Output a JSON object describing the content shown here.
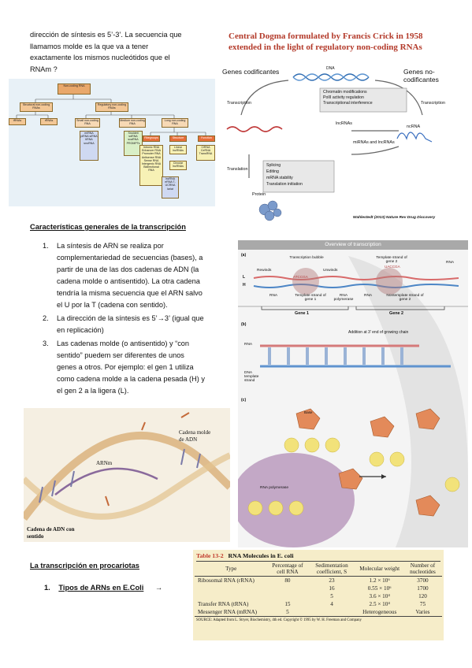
{
  "intro": {
    "line1": "dirección de síntesis es 5’-3’. La secuencia que",
    "line2": "llamamos molde es la que va a tener",
    "line3": "exactamente los mismos nucleótidos que el",
    "line4": "RNAm ?"
  },
  "ncrna_tree": {
    "root": "Non-coding RNA",
    "structural": "Structural non-coding RNAs",
    "regulatory": "Regulatory non-coding RNAs",
    "trna": "tRNAs",
    "rrna": "rRNAs",
    "small": "Small non-coding RNA",
    "medium": "Medium non-coding RNA",
    "long": "Long non-coding RNA",
    "small_list": "miRNA piRNA siRNA tiRNA snoRNA",
    "medium_list": "Snoldeti sdRNA scaRNA PROMPTs",
    "long_a": "Intronic RNA Enhancer RNA Promoter RNA Antisense RNA Sense RNA Intergenic RNA Bidirectional RNA",
    "long_b": "Linear lncRNAs",
    "long_c": "Circular lncRNAs",
    "long_d": "CiRNA CeRNA TransRNA",
    "long_e": "lncRNA eRNA T-UCRNA lariat",
    "tag1": "Rbegroups",
    "tag2": "Structure",
    "tag3": "Function"
  },
  "dogma": {
    "title1": "Central Dogma formulated by Francis Crick in 1958",
    "title2": "extended in the light of regulatory non-coding RNAs",
    "genes_cod": "Genes codificantes",
    "genes_nocod": "Genes no-codificantes",
    "dna": "DNA",
    "transcription_left": "Transcription",
    "transcription_right": "Transcription",
    "translation": "Translation",
    "protein": "Protein",
    "ncrna": "ncRNA",
    "lncrnas": "lncRNAs",
    "mirnas": "miRNAs and lncRNAs",
    "box1": [
      "Chromatin modifications",
      "PolII activity regulation",
      "Transcriptional interference"
    ],
    "box2": [
      "Splicing",
      "Editing",
      "mRNA stability",
      "Translation initiation"
    ],
    "citation": "Wahlestedt (2013) Nature Rev Drug Discovery"
  },
  "section1": {
    "heading": "Características generales de la transcripción",
    "items": [
      {
        "num": "1.",
        "lines": [
          "La síntesis de ARN se realiza por",
          "complementariedad de secuencias (bases), a",
          "partir de una de las dos cadenas de ADN (la",
          "cadena molde o antisentido). La otra cadena",
          "tendría la misma secuencia que el ARN salvo",
          "el U por la T (cadena con sentido)."
        ]
      },
      {
        "num": "2.",
        "lines": [
          "La dirección de la síntesis es 5’→3’ (igual que",
          "en replicación)"
        ]
      },
      {
        "num": "3.",
        "lines": [
          "Las cadenas molde (o antisentido) y “con",
          "sentido” puedem ser diferentes de unos",
          "genes a otros. Por ejemplo: el gen 1 utiliza",
          "como cadena molde a la cadena pesada (H) y",
          "el gen 2 a la ligera (L)."
        ]
      }
    ]
  },
  "overview": {
    "title": "Overview of transcription",
    "a": "(a)",
    "b": "(b)",
    "c": "(c)",
    "bubble": "Transcription bubble",
    "template2": "Template strand of gene 2",
    "rna_top": "RNA",
    "rewinds": "Rewinds",
    "unwinds": "Unwinds",
    "rna_l": "RNA",
    "template1": "Template strand of gene 1",
    "rnapol": "RNA polymerase",
    "rna_r": "RNA",
    "nontemplate": "Nontemplate strand of gene 2",
    "gene1": "Gene 1",
    "gene2": "Gene 2",
    "L": "L",
    "H": "H",
    "addition": "Addition at 3' end of growing chain",
    "rna_b": "RNA",
    "dna_template": "DNA template strand",
    "rnapol_c": "RNA polymerase",
    "base": "Base",
    "seq1": "UACCGA",
    "seq2": "ATCCGA"
  },
  "helix": {
    "cadena_molde": "Cadena molde",
    "de_adn": "de ADN",
    "arnm": "ARNm",
    "sentido1": "Cadena de ADN con",
    "sentido2": "sentido"
  },
  "section2": {
    "heading": "La transcripción en procariotas",
    "item_num": "1.",
    "item_label": "Tipos de ARNs en E.Coli",
    "arrow": "→"
  },
  "table": {
    "caption_num": "Table 13-2",
    "caption": "RNA Molecules in E. coli",
    "headers": [
      "Type",
      "Percentage of cell RNA",
      "Sedimentation coefficient, S",
      "Molecular weight",
      "Number of nucleotides"
    ],
    "rows": [
      [
        "Ribosomal RNA (rRNA)",
        "80",
        "23",
        "1.2 × 10⁶",
        "3700"
      ],
      [
        "",
        "",
        "16",
        "0.55 × 10⁶",
        "1700"
      ],
      [
        "",
        "",
        "5",
        "3.6 × 10⁴",
        "120"
      ],
      [
        "Transfer RNA (tRNA)",
        "15",
        "4",
        "2.5 × 10⁴",
        "75"
      ],
      [
        "Messenger RNA (mRNA)",
        "5",
        "",
        "Heterogeneous",
        "Varies"
      ]
    ],
    "source": "SOURCE: Adapted from L. Stryer, Biochemistry, 4th ed. Copyright © 1995 by W. H. Freeman and Company"
  },
  "colors": {
    "dogma_title": "#b33a2a",
    "table_bg": "#f6edc9",
    "table_caption": "#c0392b"
  }
}
